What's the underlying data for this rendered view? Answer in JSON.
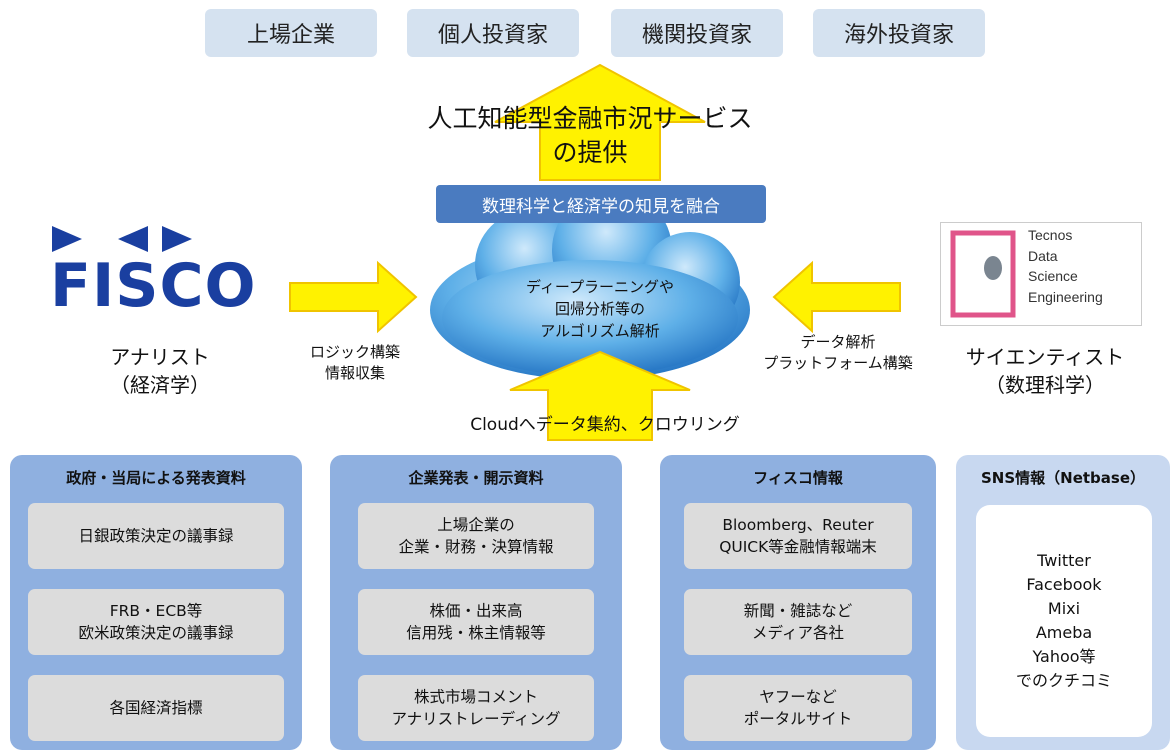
{
  "top_boxes": [
    "上場企業",
    "個人投資家",
    "機関投資家",
    "海外投資家"
  ],
  "title": {
    "line1": "人工知能型金融市況サービス",
    "line2": "の提供"
  },
  "band_label": "数理科学と経済学の知見を融合",
  "cloud": {
    "line1": "ディープラーニングや",
    "line2": "回帰分析等の",
    "line3": "アルゴリズム解析"
  },
  "left": {
    "logo_text": "FISCO",
    "role_line1": "アナリスト",
    "role_line2": "（経済学）",
    "arrow_label_line1": "ロジック構築",
    "arrow_label_line2": "情報収集"
  },
  "right": {
    "logo_text": "Tecnos\nData\nScience\nEngineering",
    "role_line1": "サイエンティスト",
    "role_line2": "（数理科学）",
    "arrow_label_line1": "データ解析",
    "arrow_label_line2": "プラットフォーム構築"
  },
  "bottom_label": "Cloudへデータ集約、クロウリング",
  "colors": {
    "arrow": "#fff200",
    "band": "#4a7bc0",
    "panel": "#8fb0e0",
    "logo": "#1a3fa0",
    "tecnos_accent": "#e0558a"
  },
  "panels": [
    {
      "title": "政府・当局による発表資料",
      "items": [
        "日銀政策決定の議事録",
        "FRB・ECB等\n欧米政策決定の議事録",
        "各国経済指標"
      ]
    },
    {
      "title": "企業発表・開示資料",
      "items": [
        "上場企業の\n企業・財務・決算情報",
        "株価・出来高\n信用残・株主情報等",
        "株式市場コメント\nアナリストレーディング"
      ]
    },
    {
      "title": "フィスコ情報",
      "items": [
        "Bloomberg、Reuter\nQUICK等金融情報端末",
        "新聞・雑誌など\nメディア各社",
        "ヤフーなど\nポータルサイト"
      ]
    },
    {
      "title": "SNS情報（Netbase）",
      "items": [
        "Twitter\nFacebook\nMixi\nAmeba\nYahoo等\nでのクチコミ"
      ]
    }
  ]
}
